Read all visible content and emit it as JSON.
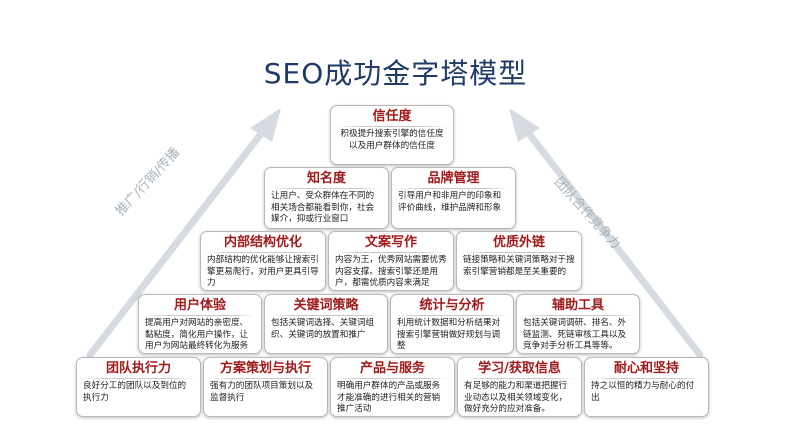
{
  "title": "SEO成功金字塔模型",
  "side_labels": {
    "left": "推广/行销/传播",
    "right": "团队合作竞争力"
  },
  "rows": [
    [
      {
        "title": "信任度",
        "desc": "积极提升搜索引擎的信任度以及用户群体的信任度"
      }
    ],
    [
      {
        "title": "知名度",
        "desc": "让用户、受众群体在不同的相关场合都能看到你，社会媒介，抑或行业窗口"
      },
      {
        "title": "品牌管理",
        "desc": "引导用户和非用户的印象和评价曲线，维护品牌和形象"
      }
    ],
    [
      {
        "title": "内部结构优化",
        "desc": "内部结构的优化能够让搜索引擎更易爬行，对用户更具引导力"
      },
      {
        "title": "文案写作",
        "desc": "内容为王，优秀网站需要优秀内容支撑。搜索引擎还是用户，都需优质内容来满足"
      },
      {
        "title": "优质外链",
        "desc": "链接策略和关键词策略对于搜索引擎营销都是至关重要的"
      }
    ],
    [
      {
        "title": "用户体验",
        "desc": "提高用户对网站的亲密度、黏粘度，简化用户操作，让用户为网站最终转化为服务"
      },
      {
        "title": "关键词策略",
        "desc": "包括关键词选择、关键词组织、关键词的放置和推广"
      },
      {
        "title": "统计与分析",
        "desc": "利用统计数据和分析结果对搜索引擎营销做好规划与调整"
      },
      {
        "title": "辅助工具",
        "desc": "包括关键词调研、排名、外链监测、死链审核工具以及竞争对手分析工具等等。"
      }
    ],
    [
      {
        "title": "团队执行力",
        "desc": "良好分工的团队以及到位的执行力"
      },
      {
        "title": "方案策划与执行",
        "desc": "强有力的团队项目策划以及监督执行"
      },
      {
        "title": "产品与服务",
        "desc": "明确用户群体的产品或服务才能准确的进行相关的营销推广活动"
      },
      {
        "title": "学习/获取信息",
        "desc": "有足够的能力和渠道把握行业动态以及相关领域变化，做好充分的应对准备。"
      },
      {
        "title": "耐心和坚持",
        "desc": "持之以恒的精力与耐心的付出"
      }
    ]
  ]
}
